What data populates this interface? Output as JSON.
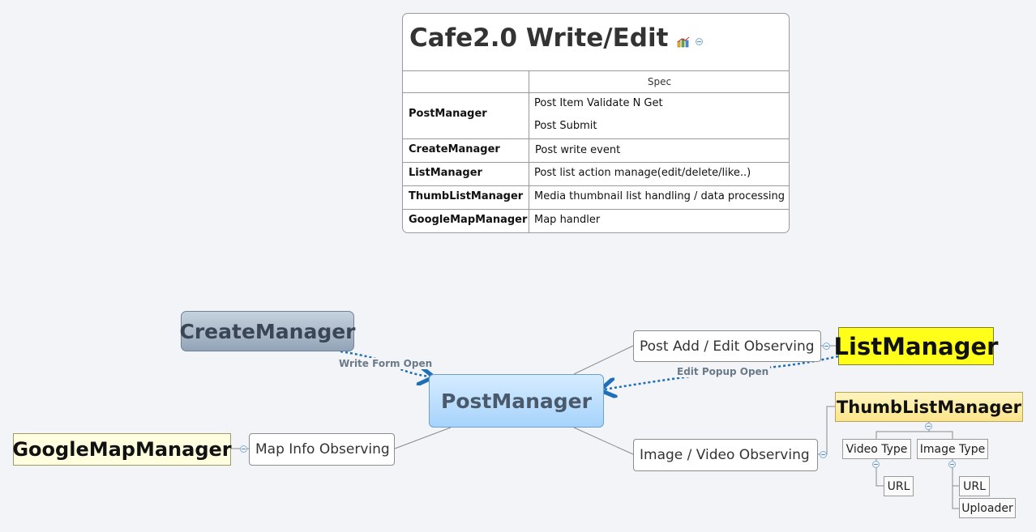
{
  "spec_table": {
    "title": "Cafe2.0 Write/Edit",
    "header": {
      "name": "",
      "spec": "Spec"
    },
    "rows": [
      {
        "name": "PostManager",
        "spec": [
          "Post Item Validate N Get",
          "Post Submit"
        ]
      },
      {
        "name": "CreateManager",
        "spec": [
          "Post write event"
        ]
      },
      {
        "name": "ListManager",
        "spec": [
          "Post list action manage(edit/delete/like..)"
        ]
      },
      {
        "name": "ThumbListManager",
        "spec": [
          "Media thumbnail list handling / data processing"
        ]
      },
      {
        "name": "GoogleMapManager",
        "spec": [
          "Map handler"
        ]
      }
    ]
  },
  "mindmap": {
    "central": "PostManager",
    "create_manager": "CreateManager",
    "create_relation": "Write Form Open",
    "list_manager": "ListManager",
    "list_relation": "Edit Popup Open",
    "topics": {
      "post_add_edit": "Post Add / Edit Observing",
      "map_info": "Map Info Observing",
      "image_video": "Image / Video Observing"
    },
    "thumb_list_manager": "ThumbListManager",
    "google_map_manager": "GoogleMapManager",
    "video_type": "Video Type",
    "image_type": "Image Type",
    "video_url": "URL",
    "image_url": "URL",
    "image_uploader": "Uploader"
  },
  "colors": {
    "background": "#f2f4f7",
    "central_fill": "#a6d3fb",
    "list_manager_fill": "#ffff1a",
    "thumb_fill": "#fbe58a",
    "gmap_fill": "#ffffe0",
    "relation_line": "#1f6fb8"
  },
  "icons": [
    "chart-icon",
    "collapse-icon"
  ]
}
